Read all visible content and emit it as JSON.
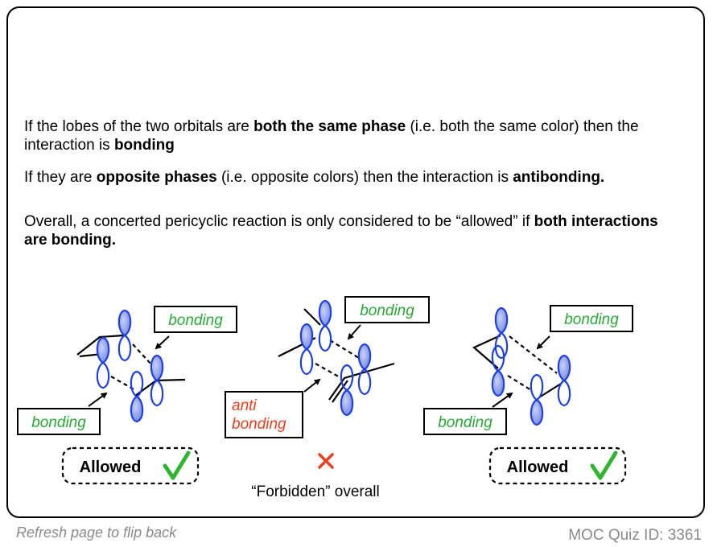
{
  "paragraphs": {
    "p1": {
      "t1": "If the lobes of the two orbitals are ",
      "b1": "both the same phase",
      "t2": " (i.e. both the same color) then the interaction is ",
      "b2": "bonding"
    },
    "p2": {
      "t1": "If they are ",
      "b1": "opposite phases",
      "t2": " (i.e. opposite colors) then the interaction is ",
      "b2": "antibonding."
    },
    "p3": {
      "t1": "Overall, a concerted pericyclic reaction is only considered to be “allowed” if ",
      "b1": "both interactions are bonding."
    }
  },
  "panels": {
    "left": {
      "top_label": "bonding",
      "bottom_label": "bonding",
      "verdict": "Allowed",
      "verdict_icon": "green-checkmark-icon"
    },
    "middle": {
      "top_label": "bonding",
      "bottom_label_line1": "anti",
      "bottom_label_line2": "bonding",
      "verdict_icon": "red-x-icon",
      "verdict": "“Forbidden” overall"
    },
    "right": {
      "top_label": "bonding",
      "bottom_label": "bonding",
      "verdict": "Allowed",
      "verdict_icon": "green-checkmark-icon"
    }
  },
  "footer": {
    "left": "Refresh page to flip back",
    "right": "MOC Quiz ID: 3361"
  },
  "colors": {
    "orbital_outline": "#1f3fe0",
    "orbital_fill": "#8c9ee8",
    "bonding_label": "#2aa838",
    "antibonding_label": "#e8401f",
    "check": "#2fb52f",
    "cross": "#e8401f",
    "footer_text": "#8a8a8a"
  }
}
